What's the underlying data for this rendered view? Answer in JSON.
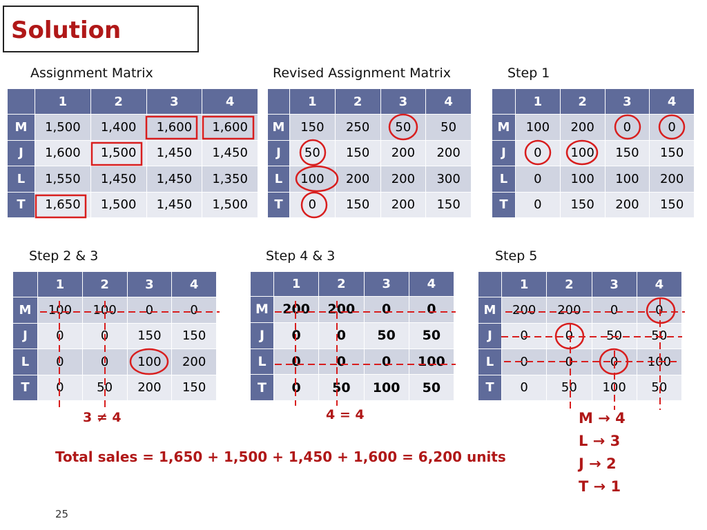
{
  "title": "Solution",
  "tables": [
    {
      "caption": "Assignment Matrix",
      "cols": [
        "1",
        "2",
        "3",
        "4"
      ],
      "rows": [
        {
          "label": "M",
          "cells": [
            "1,500",
            "1,400",
            "1,600",
            "1,600"
          ]
        },
        {
          "label": "J",
          "cells": [
            "1,600",
            "1,500",
            "1,450",
            "1,450"
          ]
        },
        {
          "label": "L",
          "cells": [
            "1,550",
            "1,450",
            "1,450",
            "1,350"
          ]
        },
        {
          "label": "T",
          "cells": [
            "1,650",
            "1,500",
            "1,450",
            "1,500"
          ]
        }
      ]
    },
    {
      "caption": "Revised Assignment Matrix",
      "cols": [
        "1",
        "2",
        "3",
        "4"
      ],
      "rows": [
        {
          "label": "M",
          "cells": [
            "150",
            "250",
            "50",
            "50"
          ]
        },
        {
          "label": "J",
          "cells": [
            "50",
            "150",
            "200",
            "200"
          ]
        },
        {
          "label": "L",
          "cells": [
            "100",
            "200",
            "200",
            "300"
          ]
        },
        {
          "label": "T",
          "cells": [
            "0",
            "150",
            "200",
            "150"
          ]
        }
      ]
    },
    {
      "caption": "Step 1",
      "cols": [
        "1",
        "2",
        "3",
        "4"
      ],
      "rows": [
        {
          "label": "M",
          "cells": [
            "100",
            "200",
            "0",
            "0"
          ]
        },
        {
          "label": "J",
          "cells": [
            "0",
            "100",
            "150",
            "150"
          ]
        },
        {
          "label": "L",
          "cells": [
            "0",
            "100",
            "100",
            "200"
          ]
        },
        {
          "label": "T",
          "cells": [
            "0",
            "150",
            "200",
            "150"
          ]
        }
      ]
    },
    {
      "caption": "Step 2 & 3",
      "cols": [
        "1",
        "2",
        "3",
        "4"
      ],
      "rows": [
        {
          "label": "M",
          "cells": [
            "100",
            "100",
            "0",
            "0"
          ]
        },
        {
          "label": "J",
          "cells": [
            "0",
            "0",
            "150",
            "150"
          ]
        },
        {
          "label": "L",
          "cells": [
            "0",
            "0",
            "100",
            "200"
          ]
        },
        {
          "label": "T",
          "cells": [
            "0",
            "50",
            "200",
            "150"
          ]
        }
      ]
    },
    {
      "caption": "Step 4 & 3",
      "cols": [
        "1",
        "2",
        "3",
        "4"
      ],
      "rows": [
        {
          "label": "M",
          "cells": [
            "200",
            "200",
            "0",
            "0"
          ]
        },
        {
          "label": "J",
          "cells": [
            "0",
            "0",
            "50",
            "50"
          ]
        },
        {
          "label": "L",
          "cells": [
            "0",
            "0",
            "0",
            "100"
          ]
        },
        {
          "label": "T",
          "cells": [
            "0",
            "50",
            "100",
            "50"
          ]
        }
      ]
    },
    {
      "caption": "Step 5",
      "cols": [
        "1",
        "2",
        "3",
        "4"
      ],
      "rows": [
        {
          "label": "M",
          "cells": [
            "200",
            "200",
            "0",
            "0"
          ]
        },
        {
          "label": "J",
          "cells": [
            "0",
            "0",
            "50",
            "50"
          ]
        },
        {
          "label": "L",
          "cells": [
            "0",
            "0",
            "0",
            "100"
          ]
        },
        {
          "label": "T",
          "cells": [
            "0",
            "50",
            "100",
            "50"
          ]
        }
      ]
    }
  ],
  "notes": {
    "step23": "3 ≠ 4",
    "step43": "4 = 4",
    "total": "Total sales = 1,650 + 1,500 + 1,450 + 1,600 = 6,200 units",
    "assignments": [
      "M → 4",
      "L → 3",
      "J → 2",
      "T → 1"
    ]
  },
  "page_number": "25",
  "colors": {
    "accent": "#b01818",
    "header": "#5f6b9a",
    "row_odd": "#d0d4e1",
    "row_even": "#e8eaf1"
  }
}
